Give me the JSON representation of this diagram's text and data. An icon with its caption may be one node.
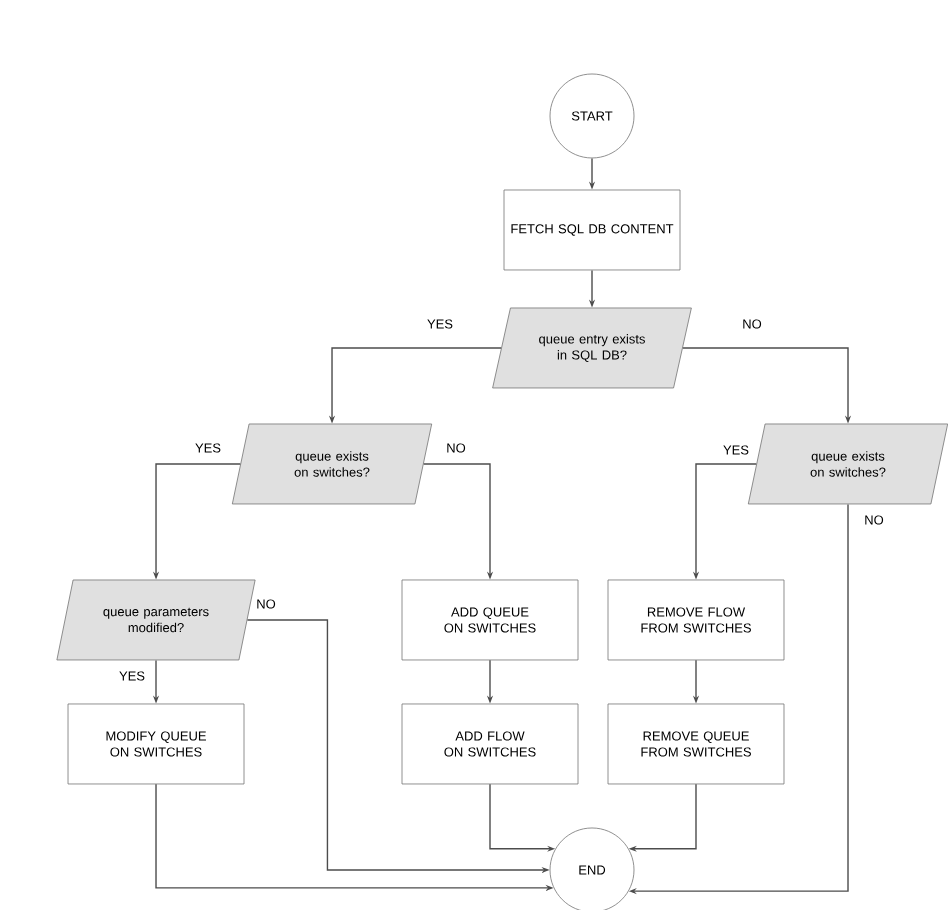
{
  "diagram": {
    "nodes": [
      {
        "text": [
          "START"
        ]
      },
      {
        "text": [
          "FETCH SQL DB CONTENT"
        ]
      },
      {
        "text": [
          "queue entry exists in SQL DB?"
        ]
      },
      {
        "text": [
          "queue exists on switches?"
        ]
      },
      {
        "text": [
          "queue exists on switches?"
        ]
      },
      {
        "text": [
          "queue parameters modified?"
        ]
      },
      {
        "text": [
          "ADD QUEUE ON SWITCHES"
        ]
      },
      {
        "text": [
          "REMOVE FLOW FROM SWITCHES"
        ]
      },
      {
        "text": [
          "MODIFY QUEUE ON SWITCHES"
        ]
      },
      {
        "text": [
          "ADD FLOW ON SWITCHES"
        ]
      },
      {
        "text": [
          "REMOVE QUEUE FROM SWITCHES"
        ]
      },
      {
        "text": [
          "END"
        ]
      }
    ],
    "edges": [
      {
        "from": 0,
        "to": 1,
        "arrow": "to"
      },
      {
        "from": 1,
        "to": 2,
        "arrow": "to"
      },
      {
        "from": 2,
        "to": 3,
        "arrow": "to",
        "label": "YES"
      },
      {
        "from": 2,
        "to": 4,
        "arrow": "to",
        "label": "NO"
      },
      {
        "from": 3,
        "to": 5,
        "arrow": "to",
        "label": "YES"
      },
      {
        "from": 3,
        "to": 6,
        "arrow": "to",
        "label": "NO"
      },
      {
        "from": 4,
        "to": 7,
        "arrow": "to",
        "label": "YES"
      },
      {
        "from": 4,
        "to": 11,
        "arrow": "to",
        "label": "NO"
      },
      {
        "from": 5,
        "to": 8,
        "arrow": "to",
        "label": "YES"
      },
      {
        "from": 5,
        "to": 11,
        "arrow": "to",
        "label": "NO"
      },
      {
        "from": 6,
        "to": 9,
        "arrow": "to"
      },
      {
        "from": 7,
        "to": 10,
        "arrow": "to"
      },
      {
        "from": 8,
        "to": 11,
        "arrow": "to"
      },
      {
        "from": 9,
        "to": 11,
        "arrow": "to"
      },
      {
        "from": 10,
        "to": 11,
        "arrow": "to"
      }
    ]
  }
}
